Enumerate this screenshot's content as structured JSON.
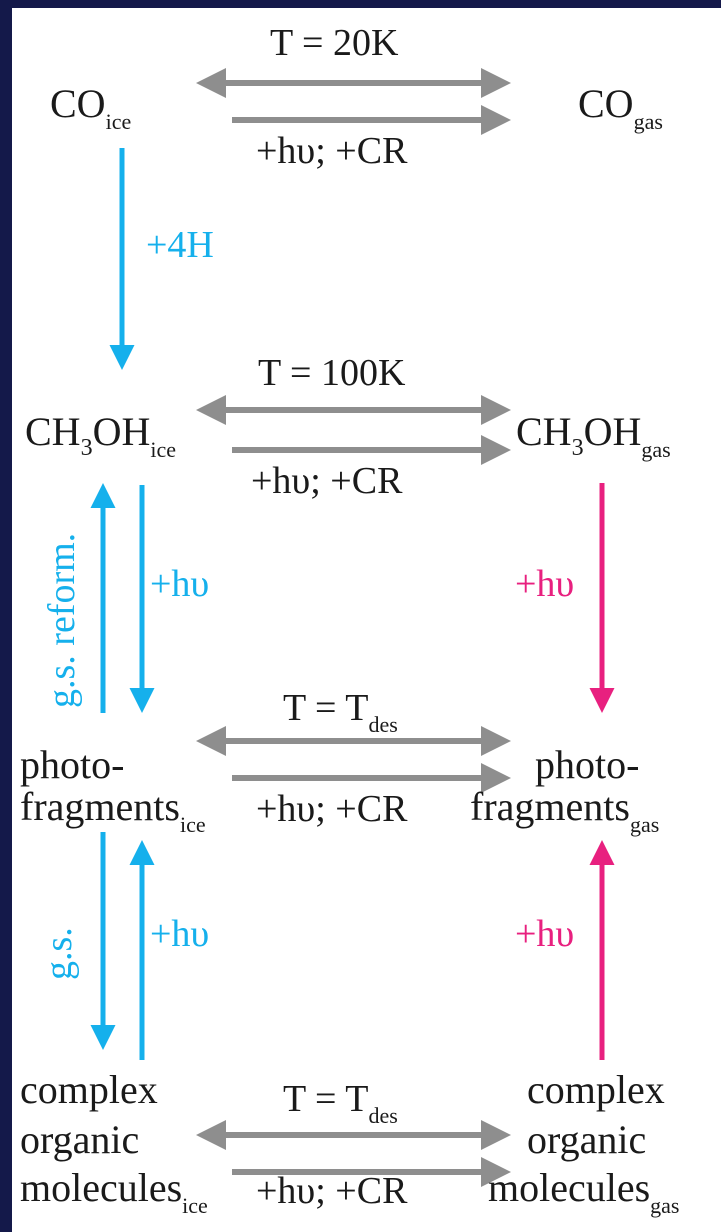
{
  "colors": {
    "ice_branch": "#15b0ec",
    "gas_branch": "#e8207f",
    "exchange": "#8e8e8e",
    "text": "#1a1a1a",
    "frame": "#14194a"
  },
  "species": {
    "co_ice": {
      "main": "CO",
      "sub": "ice"
    },
    "co_gas": {
      "main": "CO",
      "sub": "gas"
    },
    "methanol_ice": {
      "a": "CH",
      "sub3": "3",
      "b": "OH",
      "sub": "ice"
    },
    "methanol_gas": {
      "a": "CH",
      "sub3": "3",
      "b": "OH",
      "sub": "gas"
    },
    "photofragments_ice": {
      "line1": "photo-",
      "line2": "fragments",
      "sub": "ice"
    },
    "photofragments_gas": {
      "line1": "photo-",
      "line2": "fragments",
      "sub": "gas"
    },
    "com_ice": {
      "line1": "complex",
      "line2": "organic",
      "line3": "molecules",
      "sub": "ice"
    },
    "com_gas": {
      "line1": "complex",
      "line2": "organic",
      "line3": "molecules",
      "sub": "gas"
    }
  },
  "exchanges": {
    "row1": {
      "desorb": "T = 20K",
      "nonthermal": "+hυ; +CR"
    },
    "row2": {
      "desorb": "T = 100K",
      "nonthermal": "+hυ; +CR"
    },
    "row3": {
      "desorb_main": "T = T",
      "desorb_sub": "des",
      "nonthermal": "+hυ; +CR"
    },
    "row4": {
      "desorb_main": "T = T",
      "desorb_sub": "des",
      "nonthermal": "+hυ; +CR"
    }
  },
  "reactions": {
    "hydrogenation": "+4H",
    "gs_reform": "g.s. reform.",
    "ice_photolysis_1": "+hυ",
    "gas_photolysis_1": "+hυ",
    "grain_surface": "g.s.",
    "ice_photolysis_2": "+hυ",
    "gas_photolysis_2": "+hυ"
  }
}
